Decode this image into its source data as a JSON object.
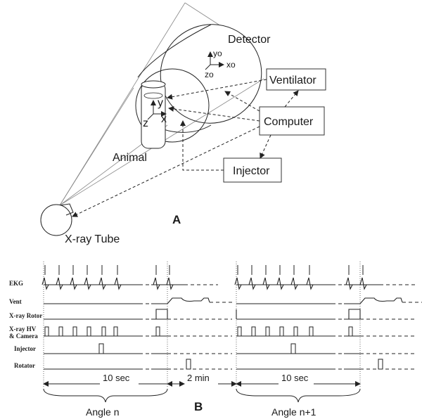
{
  "panel_a": {
    "label": "A",
    "detector": "Detector",
    "ventilator": "Ventilator",
    "computer": "Computer",
    "injector": "Injector",
    "animal": "Animal",
    "xray_tube": "X-ray Tube",
    "axes_detector": {
      "y": "yo",
      "x": "xo",
      "z": "zo"
    },
    "axes_animal": {
      "y": "y",
      "x": "x",
      "z": "z"
    }
  },
  "panel_b": {
    "label": "B",
    "signals": [
      "EKG",
      "Vent",
      "X-ray Rotor",
      "X-ray HV",
      "& Camera",
      "Injector",
      "Rotator"
    ],
    "durations": {
      "first": "10 sec",
      "gap": "2 min",
      "second": "10 sec"
    },
    "angles": {
      "first": "Angle n",
      "second": "Angle n+1"
    }
  }
}
